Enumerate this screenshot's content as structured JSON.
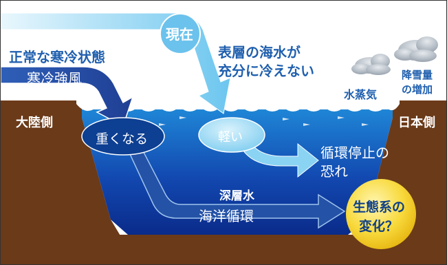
{
  "colors": {
    "sea_surface": "#1a7fd0",
    "sea_deep": "#0b2d8f",
    "land": "#6b3a19",
    "arrow_light": "#78ccf0",
    "arrow_dark": "#24489c",
    "ecosystem_circle": "#f6d23a"
  },
  "labels": {
    "present": "現在",
    "normal_cold": "正常な寒冷状態",
    "cold_wind": "寒冷強風",
    "surface_line1": "表層の海水が",
    "surface_line2": "充分に冷えない",
    "vapor": "水蒸気",
    "snow_line1": "降雪量",
    "snow_line2": "の増加",
    "continent": "大陸側",
    "japan": "日本側",
    "heavy": "重くなる",
    "light": "軽い",
    "stop_line1": "循環停止の",
    "stop_line2": "恐れ",
    "deep_water": "深層水",
    "ocean_circ": "海洋循環",
    "eco_line1": "生態系の",
    "eco_line2": "変化？"
  }
}
